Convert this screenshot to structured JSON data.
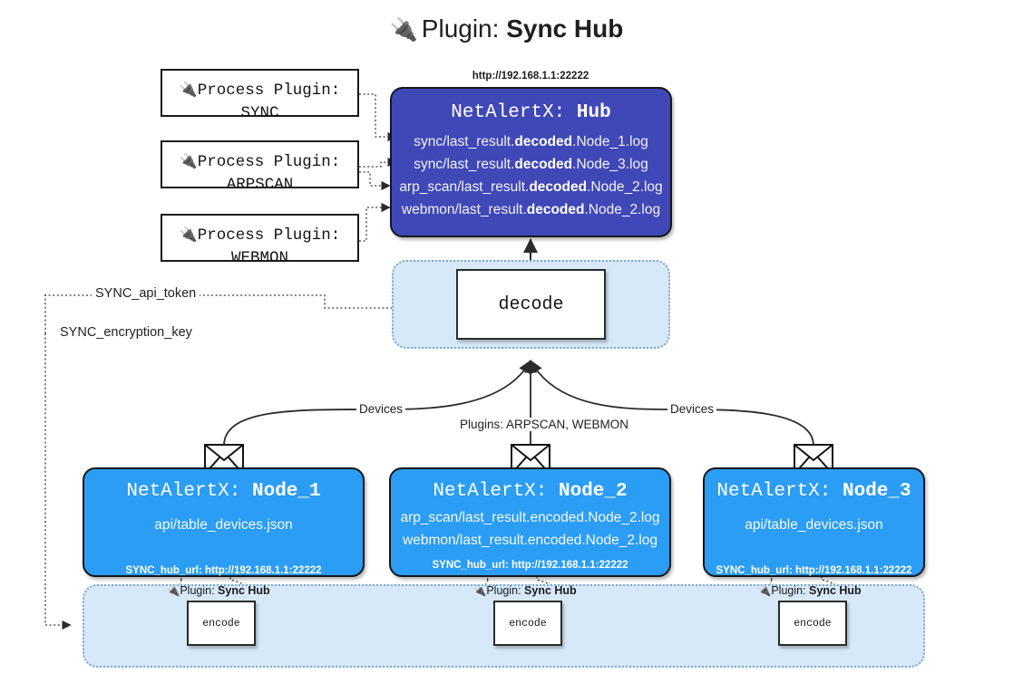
{
  "title": {
    "icon": "electric-plug-icon",
    "prefix": "Plugin:",
    "name": "Sync Hub"
  },
  "process_plugins": [
    {
      "line1": "Process Plugin:",
      "line2": "SYNC"
    },
    {
      "line1": "Process Plugin:",
      "line2": "ARPSCAN"
    },
    {
      "line1": "Process Plugin:",
      "line2": "WEBMON"
    }
  ],
  "hub": {
    "url": "http://192.168.1.1:22222",
    "title_prefix": "NetAlertX:",
    "title_name": "Hub",
    "lines": [
      {
        "pre": "sync/last_result.",
        "strong": "decoded",
        "post": ".Node_1.log"
      },
      {
        "pre": "sync/last_result.",
        "strong": "decoded",
        "post": ".Node_3.log"
      },
      {
        "pre": "arp_scan/last_result.",
        "strong": "decoded",
        "post": ".Node_2.log"
      },
      {
        "pre": "webmon/last_result.",
        "strong": "decoded",
        "post": ".Node_2.log"
      }
    ]
  },
  "decode": {
    "label": "decode"
  },
  "secrets": {
    "api_token": "SYNC_api_token",
    "encryption_key": "SYNC_encryption_key"
  },
  "edge_labels": {
    "left_devices": "Devices",
    "center_plugins": "Plugins: ARPSCAN, WEBMON",
    "right_devices": "Devices"
  },
  "nodes": [
    {
      "title_prefix": "NetAlertX:",
      "title_name": "Node_1",
      "lines": [
        "api/table_devices.json"
      ],
      "footer": "SYNC_hub_url: http://192.168.1.1:22222"
    },
    {
      "title_prefix": "NetAlertX:",
      "title_name": "Node_2",
      "lines": [
        "arp_scan/last_result.encoded.Node_2.log",
        "webmon/last_result.encoded.Node_2.log"
      ],
      "footer": "SYNC_hub_url: http://192.168.1.1:22222"
    },
    {
      "title_prefix": "NetAlertX:",
      "title_name": "Node_3",
      "lines": [
        "api/table_devices.json"
      ],
      "footer": "SYNC_hub_url: http://192.168.1.1:22222"
    }
  ],
  "encoders": [
    {
      "label_prefix": "Plugin:",
      "label_name": "Sync Hub",
      "box": "encode"
    },
    {
      "label_prefix": "Plugin:",
      "label_name": "Sync Hub",
      "box": "encode"
    },
    {
      "label_prefix": "Plugin:",
      "label_name": "Sync Hub",
      "box": "encode"
    }
  ],
  "colors": {
    "hub_fill": "#4048b8",
    "node_fill": "#2b9df4",
    "zone_fill": "#d7e9f9",
    "zone_border": "#7ea7c9",
    "stroke": "#2b2b2b"
  }
}
